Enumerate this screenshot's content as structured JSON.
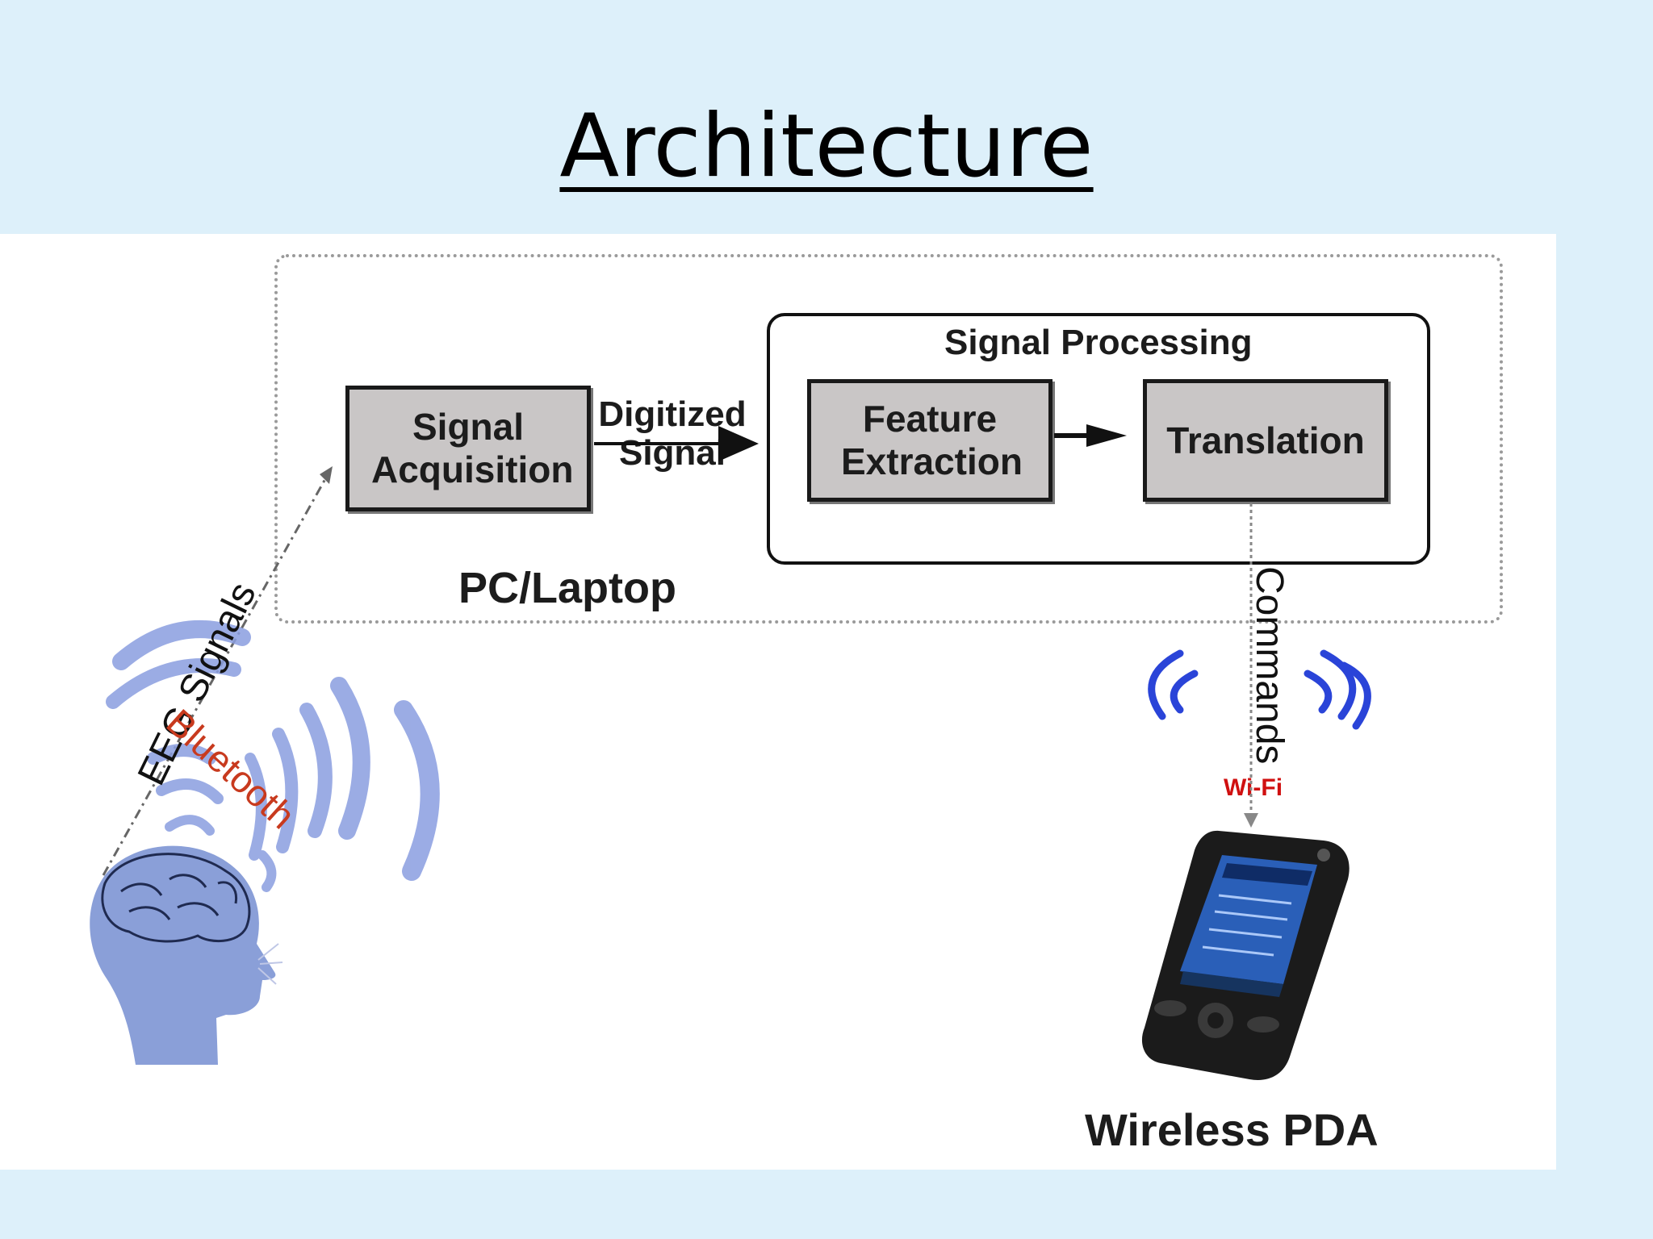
{
  "slide": {
    "title": "Architecture"
  },
  "diagram": {
    "pc_container_label": "PC/Laptop",
    "signal_processing_label": "Signal Processing",
    "signal_acquisition_label": "Signal Acquisition",
    "digitized_signal_label": "Digitized Signal",
    "feature_extraction_label": "Feature Extraction",
    "translation_label": "Translation",
    "eeg_signals_label": "EEG Signals",
    "bluetooth_label": "Bluetooth",
    "commands_label": "Commands",
    "wifi_label": "Wi-Fi",
    "device_label": "Wireless PDA"
  },
  "icons": [
    "head-brain-icon",
    "bluetooth-waves-icon",
    "wifi-waves-icon",
    "pda-device-icon"
  ],
  "colors": {
    "slide_background": "#ddf0fa",
    "box_fill": "#c9c6c6",
    "wave_blue": "#8a9ee0",
    "wifi_blue": "#2a44d8",
    "bluetooth_red": "#c83a1e"
  }
}
